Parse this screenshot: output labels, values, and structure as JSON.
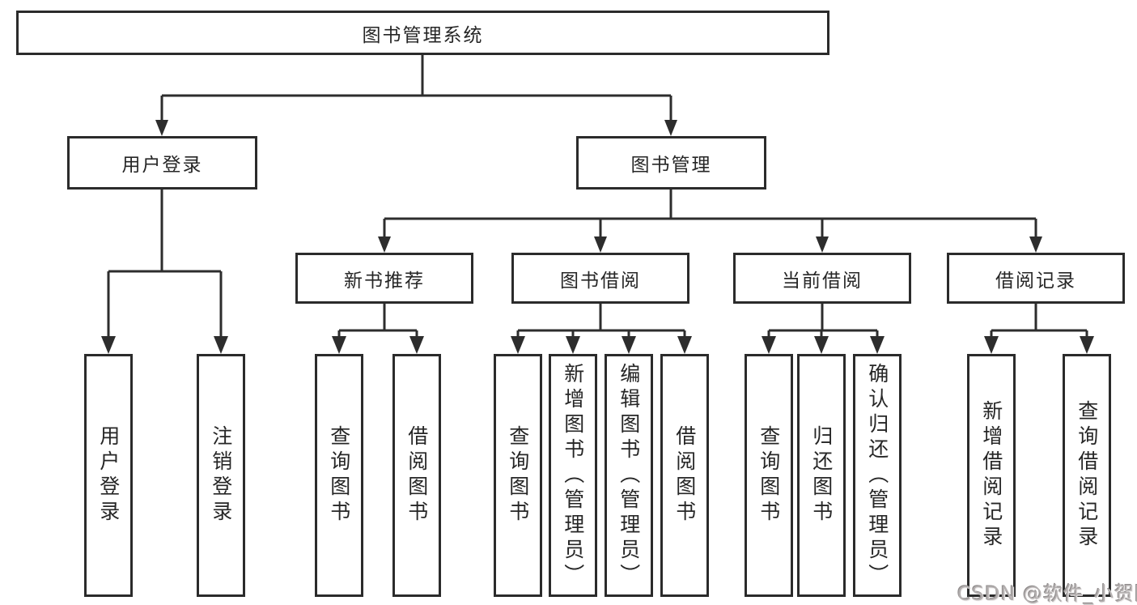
{
  "root": {
    "label": "图书管理系统"
  },
  "level2": [
    {
      "label": "用户登录"
    },
    {
      "label": "图书管理"
    }
  ],
  "level3": [
    {
      "label": "新书推荐",
      "parent": "图书管理"
    },
    {
      "label": "图书借阅",
      "parent": "图书管理"
    },
    {
      "label": "当前借阅",
      "parent": "图书管理"
    },
    {
      "label": "借阅记录",
      "parent": "图书管理"
    }
  ],
  "leaves": [
    {
      "label": "用户登录",
      "parent": "用户登录"
    },
    {
      "label": "注销登录",
      "parent": "用户登录"
    },
    {
      "label": "查询图书",
      "parent": "新书推荐"
    },
    {
      "label": "借阅图书",
      "parent": "新书推荐"
    },
    {
      "label": "查询图书",
      "parent": "图书借阅"
    },
    {
      "label": "新增图书（管理员）",
      "parent": "图书借阅"
    },
    {
      "label": "编辑图书（管理员）",
      "parent": "图书借阅"
    },
    {
      "label": "借阅图书",
      "parent": "图书借阅"
    },
    {
      "label": "查询图书",
      "parent": "当前借阅"
    },
    {
      "label": "归还图书",
      "parent": "当前借阅"
    },
    {
      "label": "确认归还（管理员）",
      "parent": "当前借阅"
    },
    {
      "label": "新增借阅记录",
      "parent": "借阅记录"
    },
    {
      "label": "查询借阅记录",
      "parent": "借阅记录"
    }
  ],
  "watermark": {
    "text": "CSDN @软件_小贺同学"
  },
  "colors": {
    "background": "#ffffff",
    "line": "#2d2d2d",
    "box_border": "#2b2b2b",
    "text": "#262626",
    "watermark": "#b3afaf"
  }
}
